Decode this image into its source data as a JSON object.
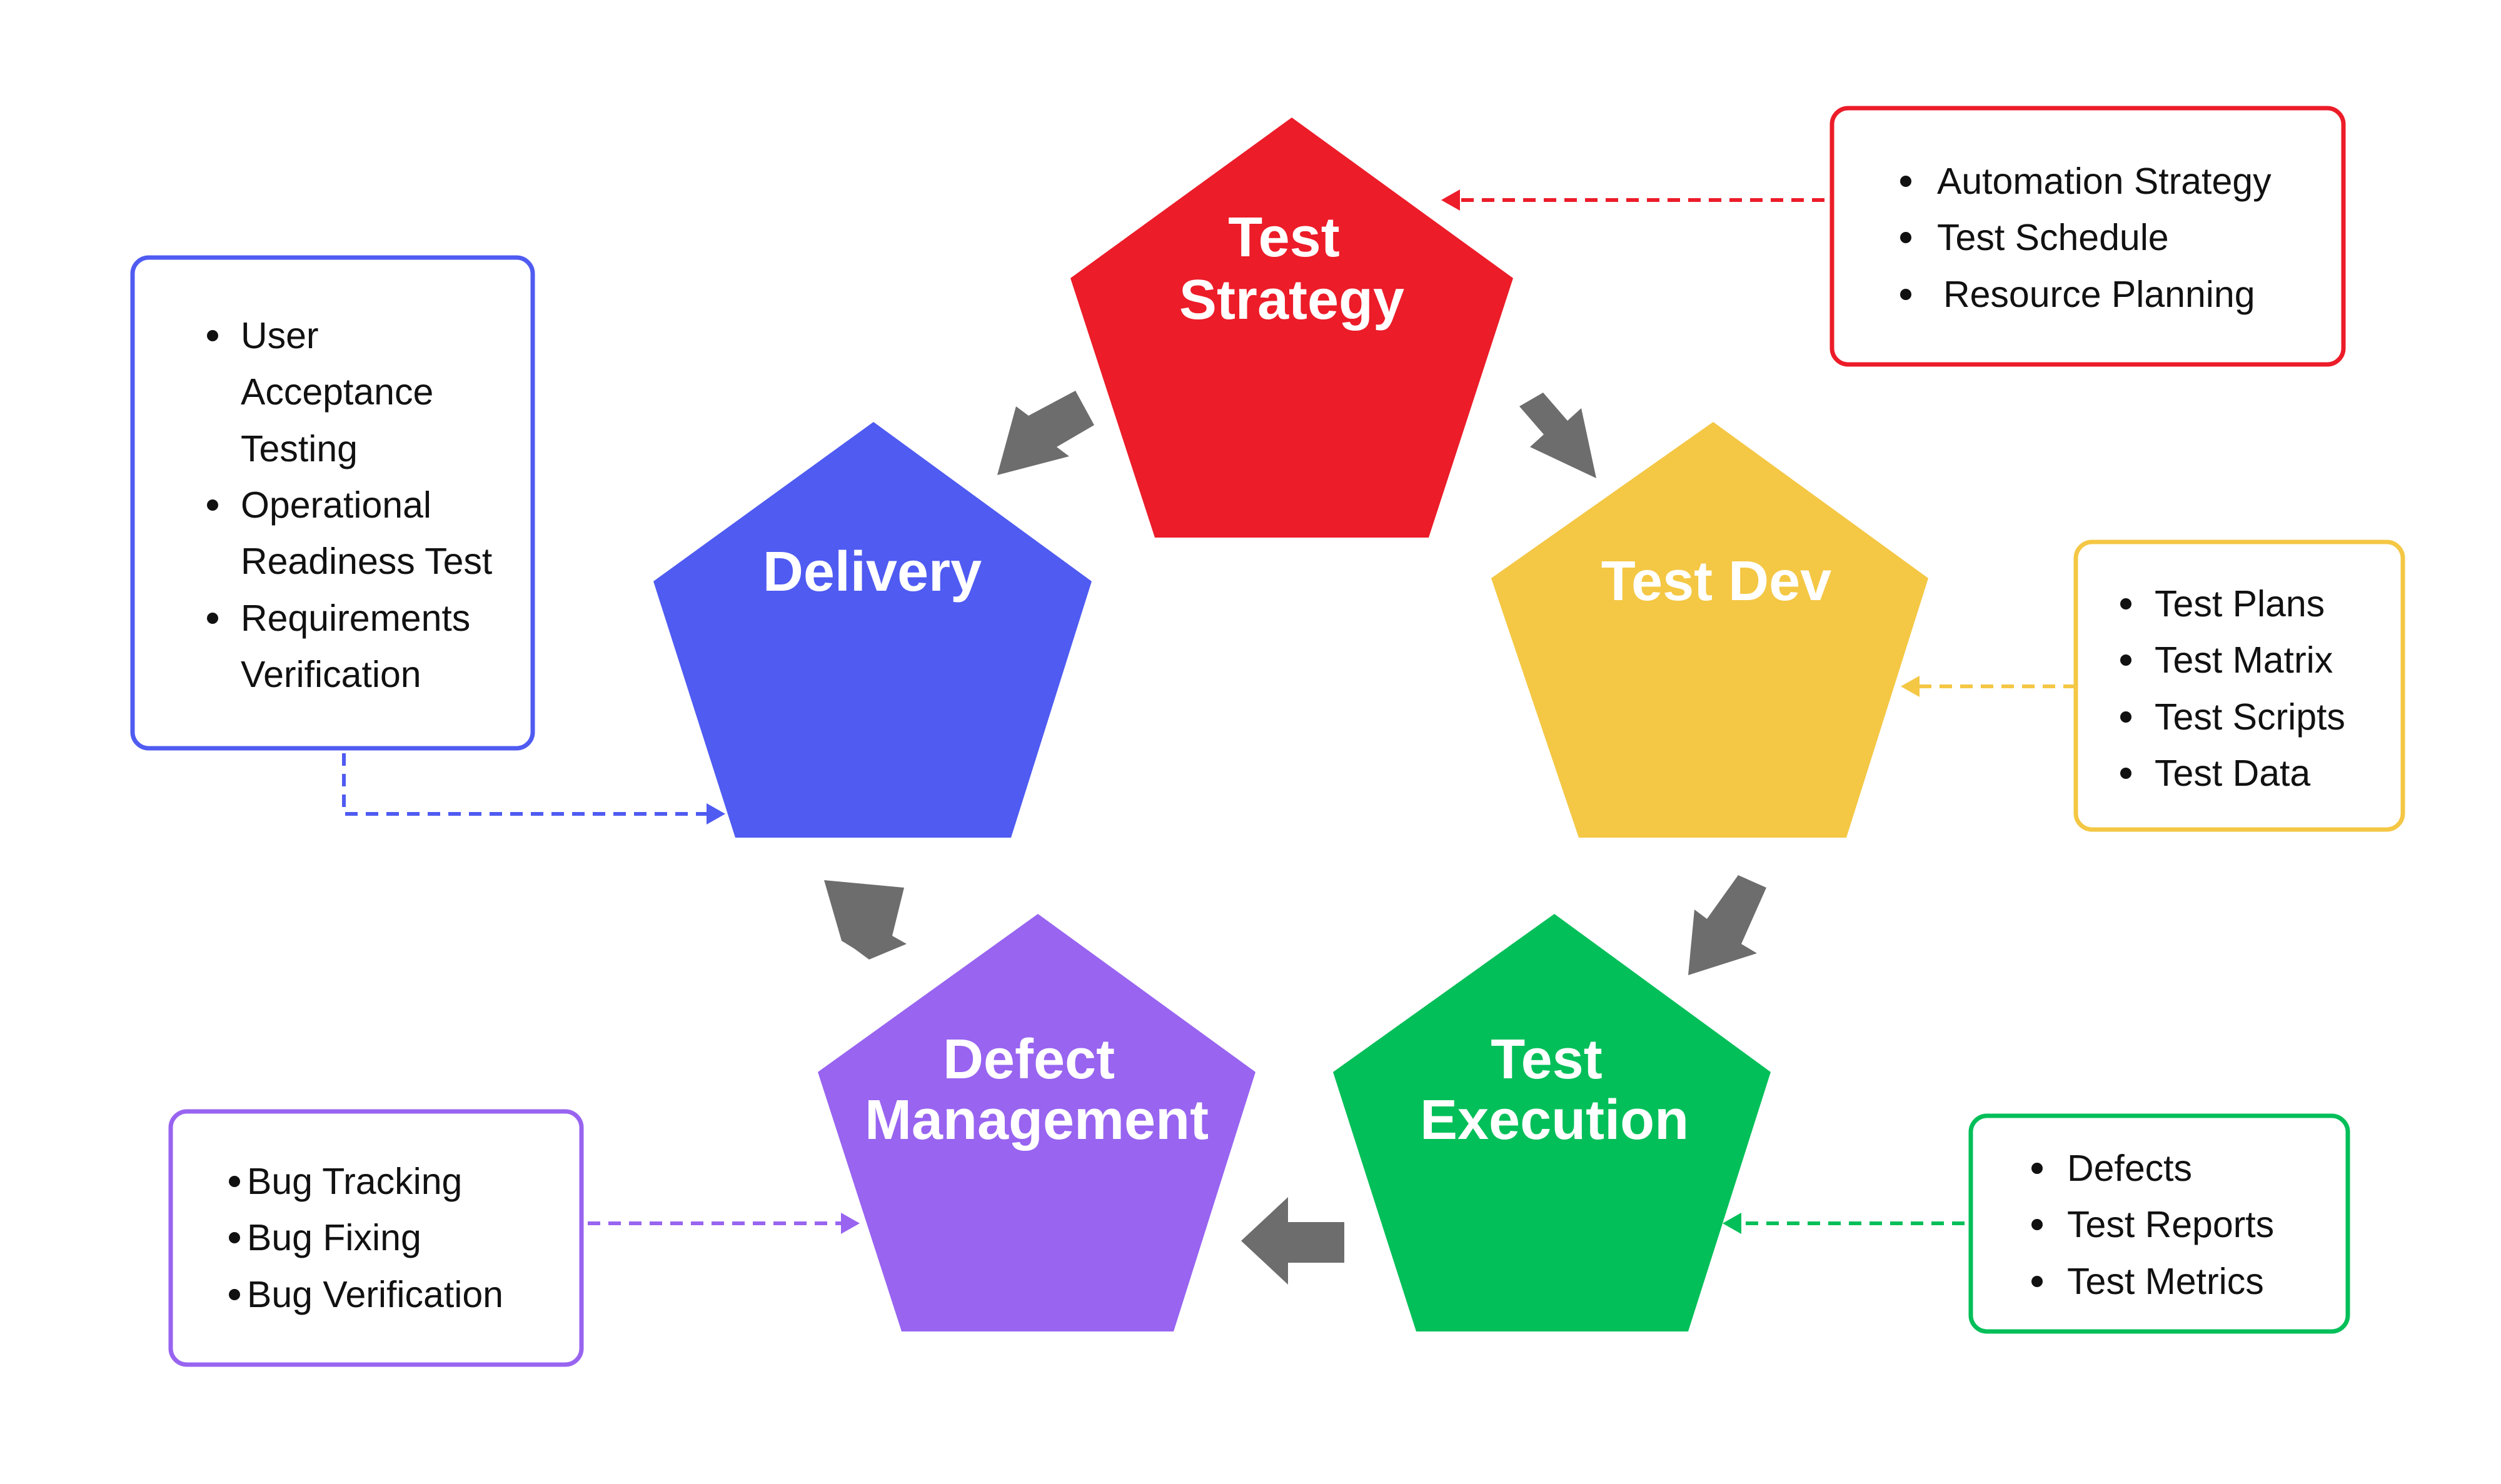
{
  "colors": {
    "strategy": "#EC1C29",
    "dev": "#F4C744",
    "execution": "#03BF59",
    "defect": "#9864F0",
    "delivery": "#4F5BF1",
    "arrow": "#6D6D6D",
    "background": "#FFFFFF"
  },
  "stages": [
    {
      "id": "strategy",
      "title_lines": [
        "Test",
        "Strategy"
      ]
    },
    {
      "id": "dev",
      "title_lines": [
        "Test Dev"
      ]
    },
    {
      "id": "execution",
      "title_lines": [
        "Test",
        "Execution"
      ]
    },
    {
      "id": "defect",
      "title_lines": [
        "Defect",
        "Management"
      ]
    },
    {
      "id": "delivery",
      "title_lines": [
        "Delivery"
      ]
    }
  ],
  "boxes": {
    "strategy": {
      "items": [
        "Automation Strategy",
        "Test Schedule",
        "Resource Planning"
      ]
    },
    "dev": {
      "items": [
        "Test Plans",
        "Test Matrix",
        "Test Scripts",
        "Test Data"
      ]
    },
    "execution": {
      "items": [
        "Defects",
        "Test Reports",
        "Test Metrics"
      ]
    },
    "defect": {
      "items": [
        "Bug Tracking",
        "Bug Fixing",
        "Bug Verification"
      ]
    },
    "delivery": {
      "lines": [
        {
          "text": "User",
          "bullet": true
        },
        {
          "text": "Acceptance",
          "bullet": false
        },
        {
          "text": "Testing",
          "bullet": false
        },
        {
          "text": "Operational",
          "bullet": true
        },
        {
          "text": "Readiness Test",
          "bullet": false
        },
        {
          "text": "Requirements",
          "bullet": true
        },
        {
          "text": "Verification",
          "bullet": false
        }
      ]
    }
  }
}
